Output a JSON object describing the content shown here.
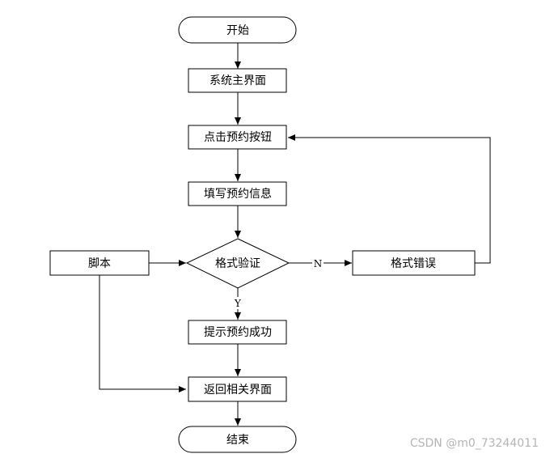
{
  "nodes": {
    "start": "开始",
    "main_ui": "系统主界面",
    "click_btn": "点击预约按钮",
    "fill_info": "填写预约信息",
    "validate": "格式验证",
    "format_error": "格式错误",
    "script": "脚本",
    "success": "提示预约成功",
    "return_ui": "返回相关界面",
    "end": "结束"
  },
  "edge_labels": {
    "no": "N",
    "yes": "Y"
  },
  "watermark": "CSDN @m0_73244011"
}
